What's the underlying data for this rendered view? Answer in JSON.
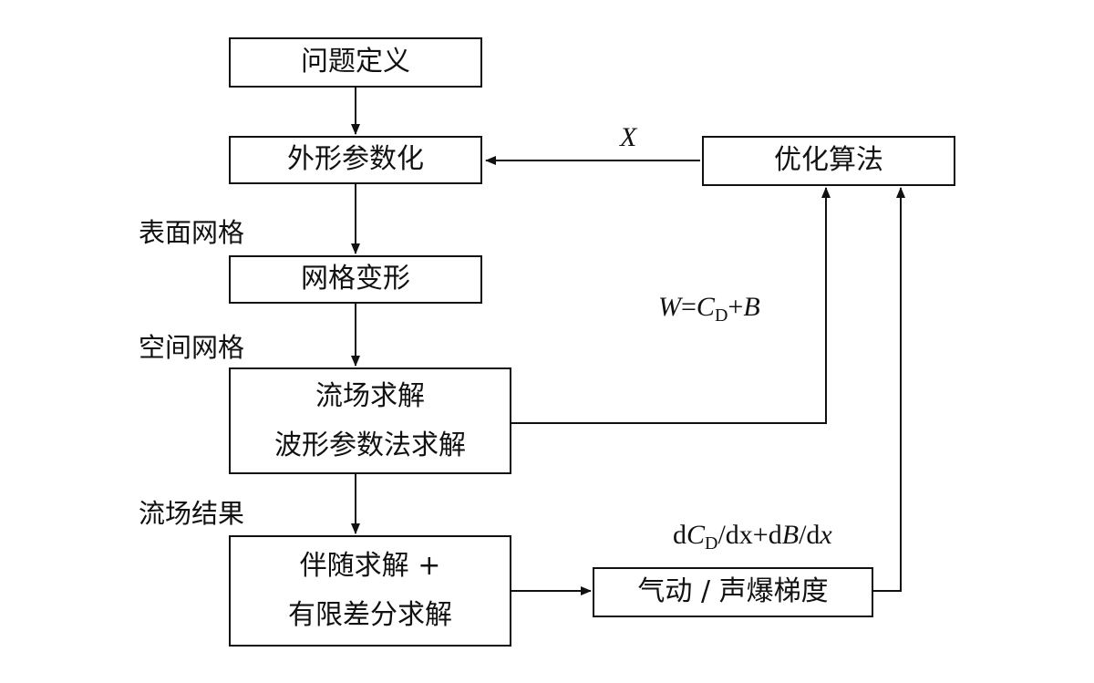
{
  "nodes": {
    "problem": "问题定义",
    "param": "外形参数化",
    "mesh_deform": "网格变形",
    "flow_solve": [
      "流场求解",
      "波形参数法求解"
    ],
    "adjoint": [
      "伴随求解 +",
      "有限差分求解"
    ],
    "optimizer": "优化算法",
    "gradient": "气动 / 声爆梯度"
  },
  "edge_labels": {
    "surface_mesh": "表面网格",
    "space_mesh": "空间网格",
    "flow_result": "流场结果",
    "x_var": "X",
    "objective": {
      "w": "W",
      "eq": "=",
      "c": "C",
      "sub": "D",
      "plus": "+",
      "b": "B"
    },
    "gradient_expr": {
      "d1": "d",
      "c": "C",
      "sub": "D",
      "mid": "/dx+d",
      "b": "B",
      "tail": "/d",
      "x": "x"
    }
  }
}
